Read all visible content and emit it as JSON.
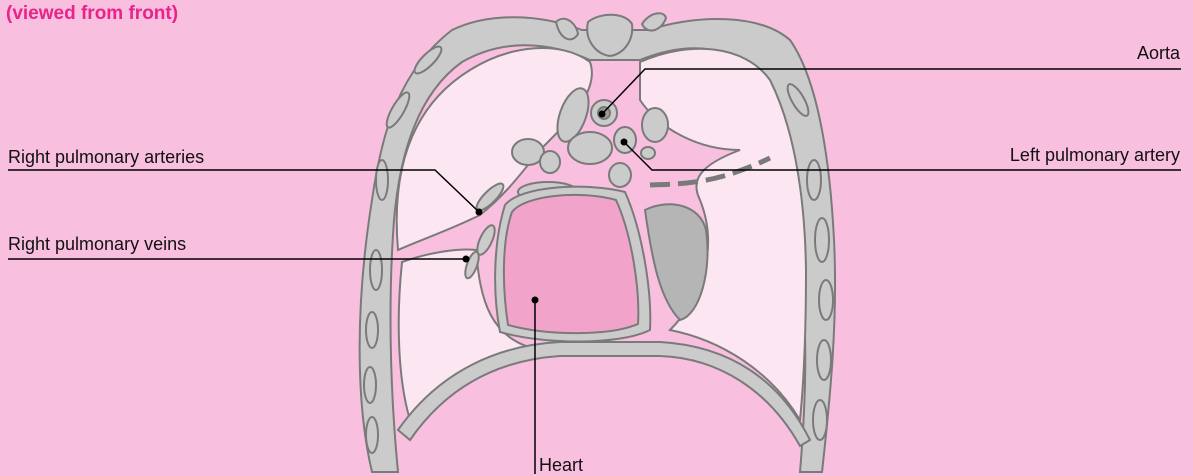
{
  "figure": {
    "subtitle": "(viewed from front)",
    "colors": {
      "background": "#f9bfdf",
      "subtitle": "#e8238b",
      "lung_fill": "#fce6f1",
      "tissue_fill": "#cbcbcb",
      "outline": "#7a7a7a",
      "heart_fill": "#f2a3c9",
      "leader_line": "#000000"
    }
  },
  "labels": {
    "aorta": "Aorta",
    "left_pulmonary_artery": "Left pulmonary artery",
    "right_pulmonary_arteries": "Right pulmonary arteries",
    "right_pulmonary_veins": "Right pulmonary veins",
    "heart": "Heart"
  }
}
